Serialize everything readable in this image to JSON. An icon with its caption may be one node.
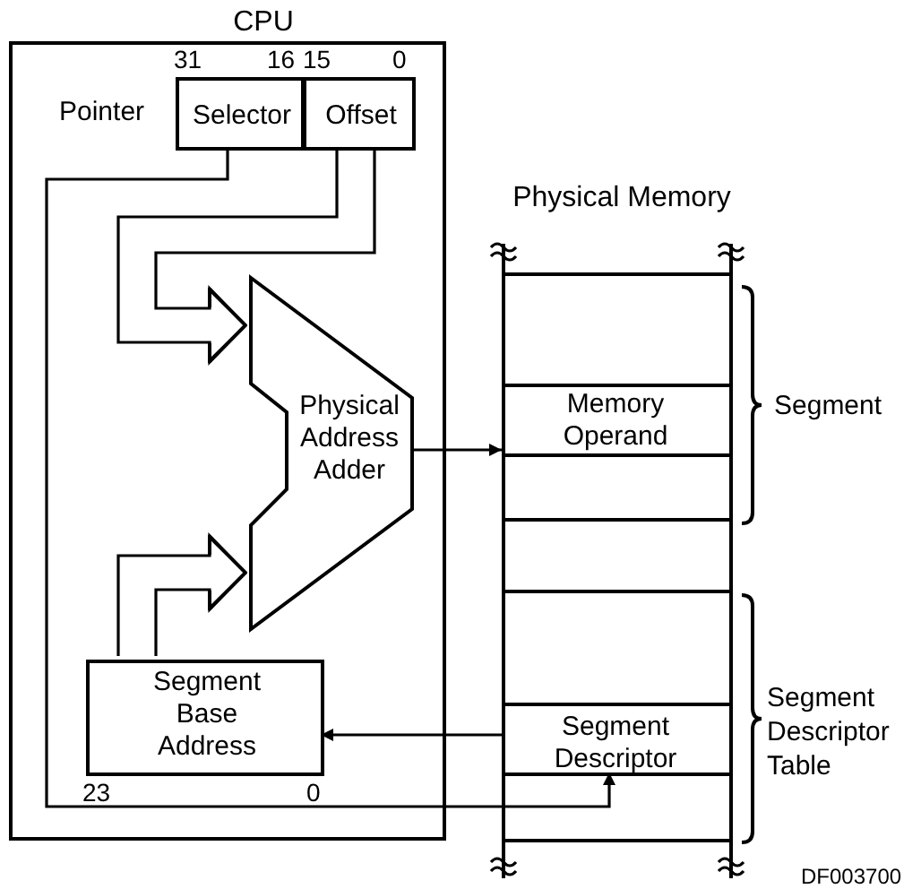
{
  "diagram": {
    "nodes": [
      {
        "text": [
          "CPU"
        ]
      },
      {
        "text": [
          "Selector"
        ],
        "in": 0
      },
      {
        "text": [
          "Offset"
        ],
        "in": 0
      },
      {
        "text": [
          "Physical Address Adder"
        ],
        "in": 0
      },
      {
        "text": [
          "Segment Base Address"
        ],
        "in": 0
      },
      {
        "text": [
          "Physical Memory"
        ]
      },
      {
        "text": [
          "Memory Operand"
        ],
        "in": 5
      },
      {
        "text": [
          "Segment Descriptor"
        ],
        "in": 5
      }
    ],
    "edges": [
      {
        "from": 2,
        "to": 3,
        "arrow": "to"
      },
      {
        "from": 4,
        "to": 3,
        "arrow": "to"
      },
      {
        "from": 3,
        "to": 6,
        "arrow": "to"
      },
      {
        "from": 1,
        "to": 7,
        "arrow": "to"
      },
      {
        "from": 7,
        "to": 4,
        "arrow": "to"
      }
    ],
    "labels": [
      "31",
      "16",
      "15",
      "0",
      "Pointer",
      "Segment",
      "Segment Descriptor Table",
      "23",
      "0",
      "DF003700"
    ]
  }
}
